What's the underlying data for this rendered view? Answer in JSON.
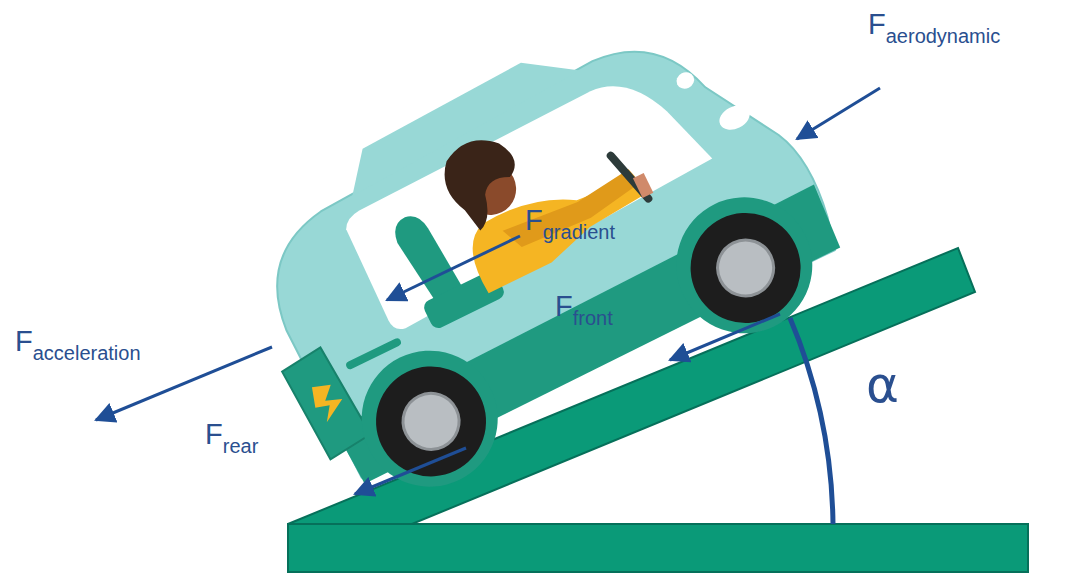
{
  "diagram": {
    "labels": [
      "Faerodynamic",
      "Fgradient",
      "Ffront",
      "Facceleration",
      "Frear",
      "α"
    ]
  }
}
